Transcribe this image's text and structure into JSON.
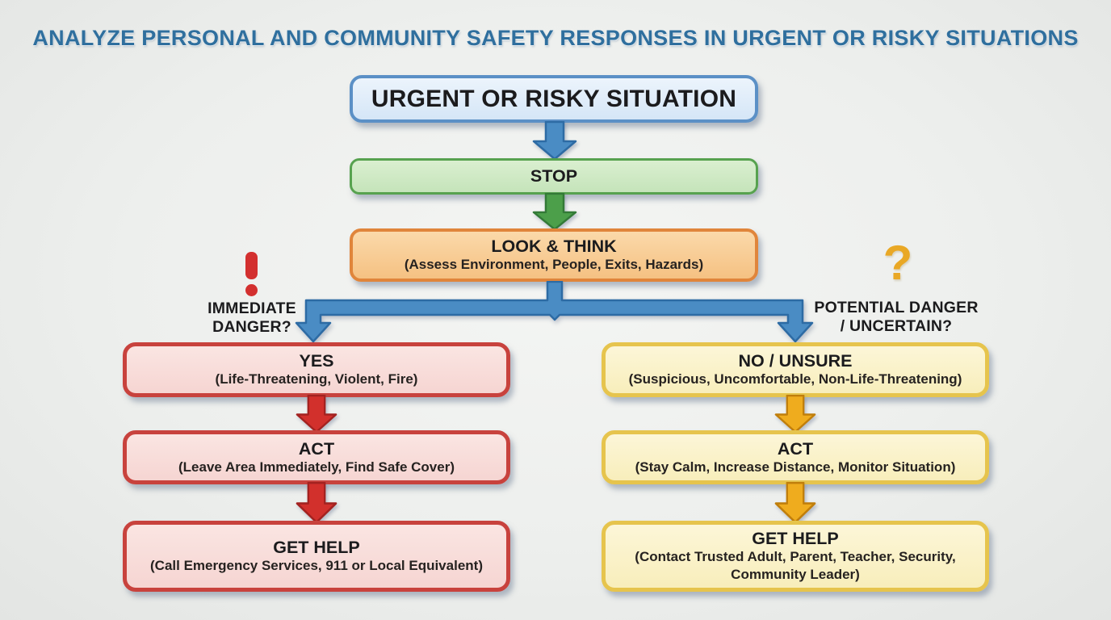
{
  "title": "ANALYZE PERSONAL AND COMMUNITY SAFETY RESPONSES IN URGENT OR RISKY SITUATIONS",
  "flowchart": {
    "start": {
      "label": "URGENT OR RISKY SITUATION"
    },
    "step_stop": {
      "label": "STOP"
    },
    "step_look_think": {
      "label": "LOOK & THINK",
      "detail": "(Assess Environment, People, Exits, Hazards)"
    },
    "branch_left": {
      "icon": "exclamation-icon",
      "line1": "IMMEDIATE",
      "line2": "DANGER?"
    },
    "branch_right": {
      "icon": "question-icon",
      "icon_glyph": "?",
      "line1": "POTENTIAL DANGER",
      "line2": "/ UNCERTAIN?"
    },
    "left_path": {
      "decision": {
        "label": "YES",
        "detail": "(Life-Threatening, Violent, Fire)"
      },
      "act": {
        "label": "ACT",
        "detail": "(Leave Area Immediately, Find Safe Cover)"
      },
      "get_help": {
        "label": "GET HELP",
        "detail": "(Call Emergency Services, 911 or Local Equivalent)"
      }
    },
    "right_path": {
      "decision": {
        "label": "NO / UNSURE",
        "detail": "(Suspicious, Uncomfortable, Non-Life-Threatening)"
      },
      "act": {
        "label": "ACT",
        "detail": "(Stay Calm, Increase Distance, Monitor Situation)"
      },
      "get_help": {
        "label": "GET HELP",
        "detail": "(Contact Trusted Adult, Parent, Teacher, Security, Community Leader)"
      }
    }
  },
  "colors": {
    "background": "#edefed",
    "title_text": "#2f6f9e",
    "start_fill": "#dcebf9",
    "start_border": "#5b90c6",
    "stop_fill": "#cfe8c4",
    "stop_border": "#57a24f",
    "look_fill": "#f8cb92",
    "look_border": "#e0853b",
    "danger_fill": "#f8dcd9",
    "danger_border": "#c8423d",
    "caution_fill": "#faf2c6",
    "caution_border": "#e6c44d",
    "connector_blue": "#4a8cc4",
    "arrow_green": "#4c9f4a",
    "arrow_red": "#d2302c",
    "arrow_gold": "#efac1e",
    "exclamation_red": "#d3302f",
    "question_gold": "#e9a825",
    "label_text": "#1b1b1d"
  }
}
